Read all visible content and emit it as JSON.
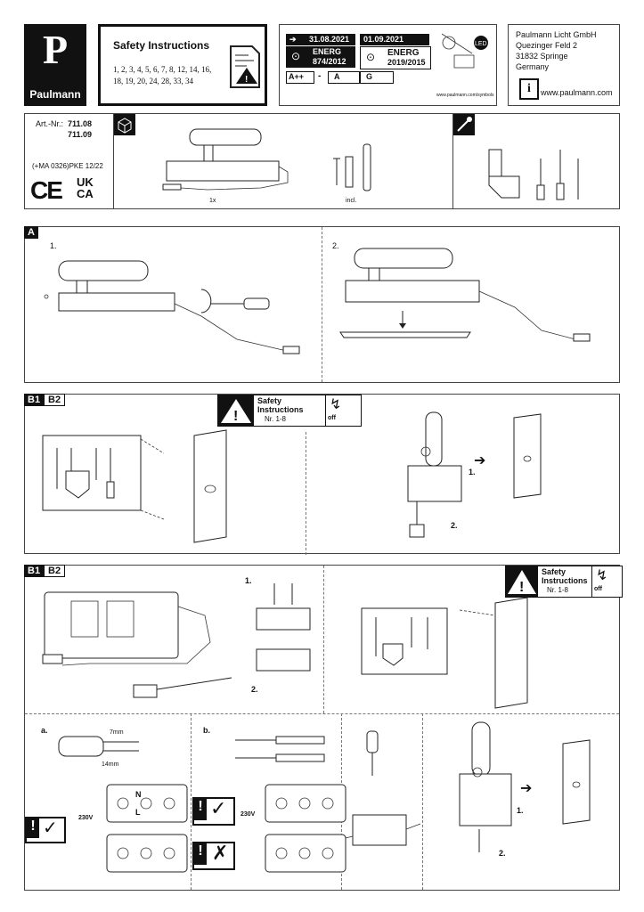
{
  "brand": {
    "name": "Paulmann",
    "logo_letter": "P"
  },
  "safety_header": {
    "title": "Safety Instructions",
    "pages_line1": "1, 2, 3, 4, 5, 6, 7, 8, 12, 14, 16,",
    "pages_line2": "18, 19, 20, 24, 28, 33, 34"
  },
  "energy": {
    "date_old": "31.08.2021",
    "date_new": "01.09.2021",
    "reg_old": "874/2012",
    "reg_new": "2019/2015",
    "energ_label": "ENERG",
    "class_range_from": "A++",
    "class_range_sep": "-",
    "class_range_to": "A",
    "class_new": "G",
    "led_label": "LED",
    "symbols_url": "www.paulmann.com/symbols"
  },
  "company": {
    "name": "Paulmann Licht GmbH",
    "street": "Quezinger Feld 2",
    "city": "31832 Springe",
    "country": "Germany",
    "info_icon": "i",
    "website": "www.paulmann.com"
  },
  "article": {
    "label": "Art.-Nr.:",
    "num1": "711.08",
    "num2": "711.09",
    "code": "(+MA 0326)PKE 12/22",
    "ce": "CE",
    "ukca_top": "UK",
    "ukca_bottom": "CA"
  },
  "contents": {
    "qty_label": "1x",
    "incl_label": "incl."
  },
  "sections": {
    "a_label": "A",
    "a_step1": "1.",
    "a_step2": "2.",
    "b1_label": "B1",
    "b2_label": "B2",
    "step1": "1.",
    "step2": "2."
  },
  "safety_badge": {
    "title_line1": "Safety",
    "title_line2": "Instructions",
    "ref": "Nr. 1-8",
    "off_label": "off"
  },
  "wiring": {
    "step_a": "a.",
    "step_b": "b.",
    "mm7": "7mm",
    "mm14": "14mm",
    "voltage": "230V",
    "terminal_n": "N",
    "terminal_l": "L"
  }
}
